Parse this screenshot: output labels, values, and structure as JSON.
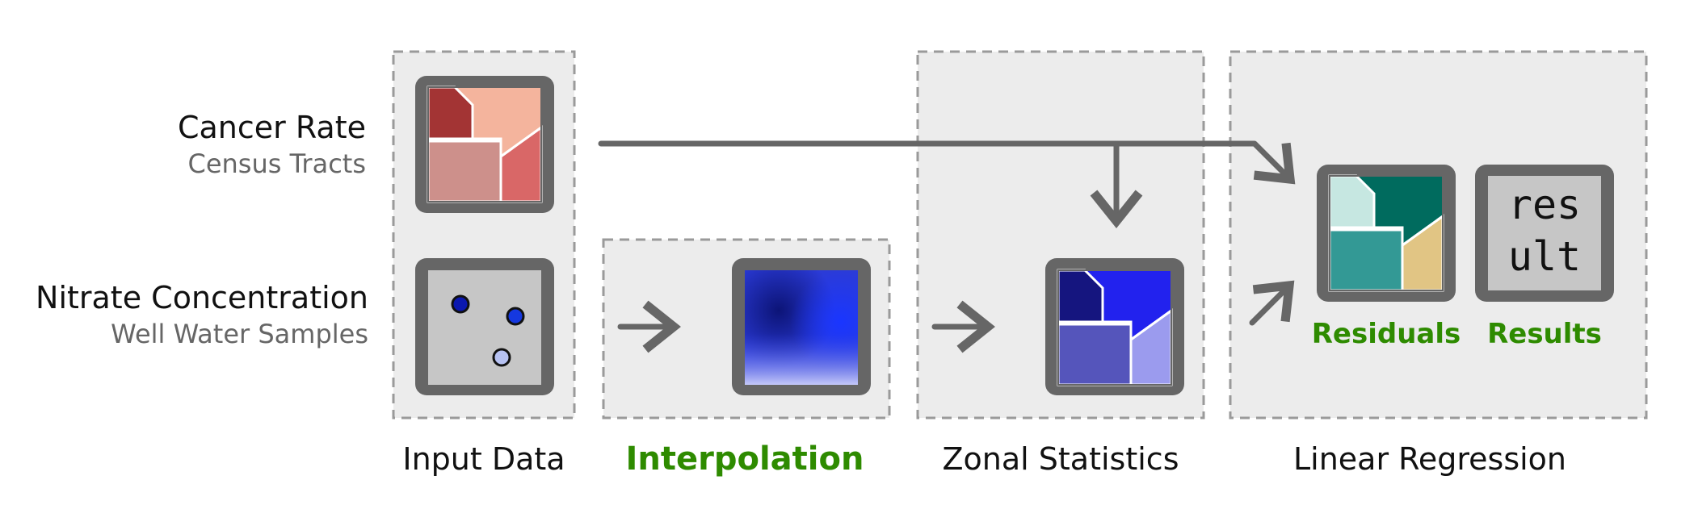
{
  "inputs": {
    "cancer": {
      "title": "Cancer Rate",
      "subtitle": "Census Tracts"
    },
    "nitrate": {
      "title": "Nitrate Concentration",
      "subtitle": "Well Water Samples"
    }
  },
  "stages": {
    "input": {
      "label": "Input Data"
    },
    "interpolation": {
      "label": "Interpolation",
      "highlighted": true
    },
    "zonal": {
      "label": "Zonal Statistics"
    },
    "regression": {
      "label": "Linear Regression"
    }
  },
  "outputs": {
    "residuals": {
      "label": "Residuals"
    },
    "results": {
      "label": "Results",
      "icon_text_line1": "res",
      "icon_text_line2": "ult"
    }
  },
  "colors": {
    "frame": "#666666",
    "panel_bg": "#ececec",
    "panel_border": "#9a9a9a",
    "arrow": "#666666",
    "highlight": "#2e8b00",
    "subtitle": "#666666",
    "text": "#111111",
    "cancer": [
      "#a33434",
      "#f4b49d",
      "#cd908b",
      "#d96767"
    ],
    "zonal": [
      "#15157f",
      "#2222ee",
      "#5555bb",
      "#9b9bee"
    ],
    "residual": [
      "#c6e7e1",
      "#006b5e",
      "#339995",
      "#e1c584"
    ],
    "points": [
      "#0b18b0",
      "#1538e0",
      "#b7c2f2"
    ]
  }
}
